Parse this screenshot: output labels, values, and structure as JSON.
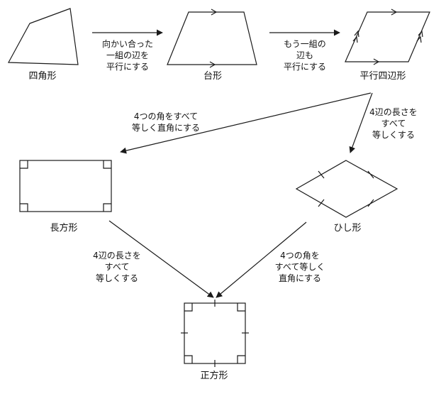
{
  "shapes": {
    "quadrilateral": "四角形",
    "trapezoid": "台形",
    "parallelogram": "平行四辺形",
    "rectangle": "長方形",
    "rhombus": "ひし形",
    "square": "正方形"
  },
  "transitions": {
    "to_trapezoid": [
      "向かい合った",
      "一組の辺を",
      "平行にする"
    ],
    "to_parallelogram": [
      "もう一組の",
      "辺も",
      "平行にする"
    ],
    "to_rectangle": [
      "4つの角をすべて",
      "等しく直角にする"
    ],
    "to_rhombus": [
      "4辺の長さを",
      "すべて",
      "等しくする"
    ],
    "rectangle_to_square": [
      "4辺の長さを",
      "すべて",
      "等しくする"
    ],
    "rhombus_to_square": [
      "4つの角を",
      "すべて等しく",
      "直角にする"
    ]
  },
  "colors": {
    "line": "#1a1a1a",
    "background": "#ffffff"
  }
}
